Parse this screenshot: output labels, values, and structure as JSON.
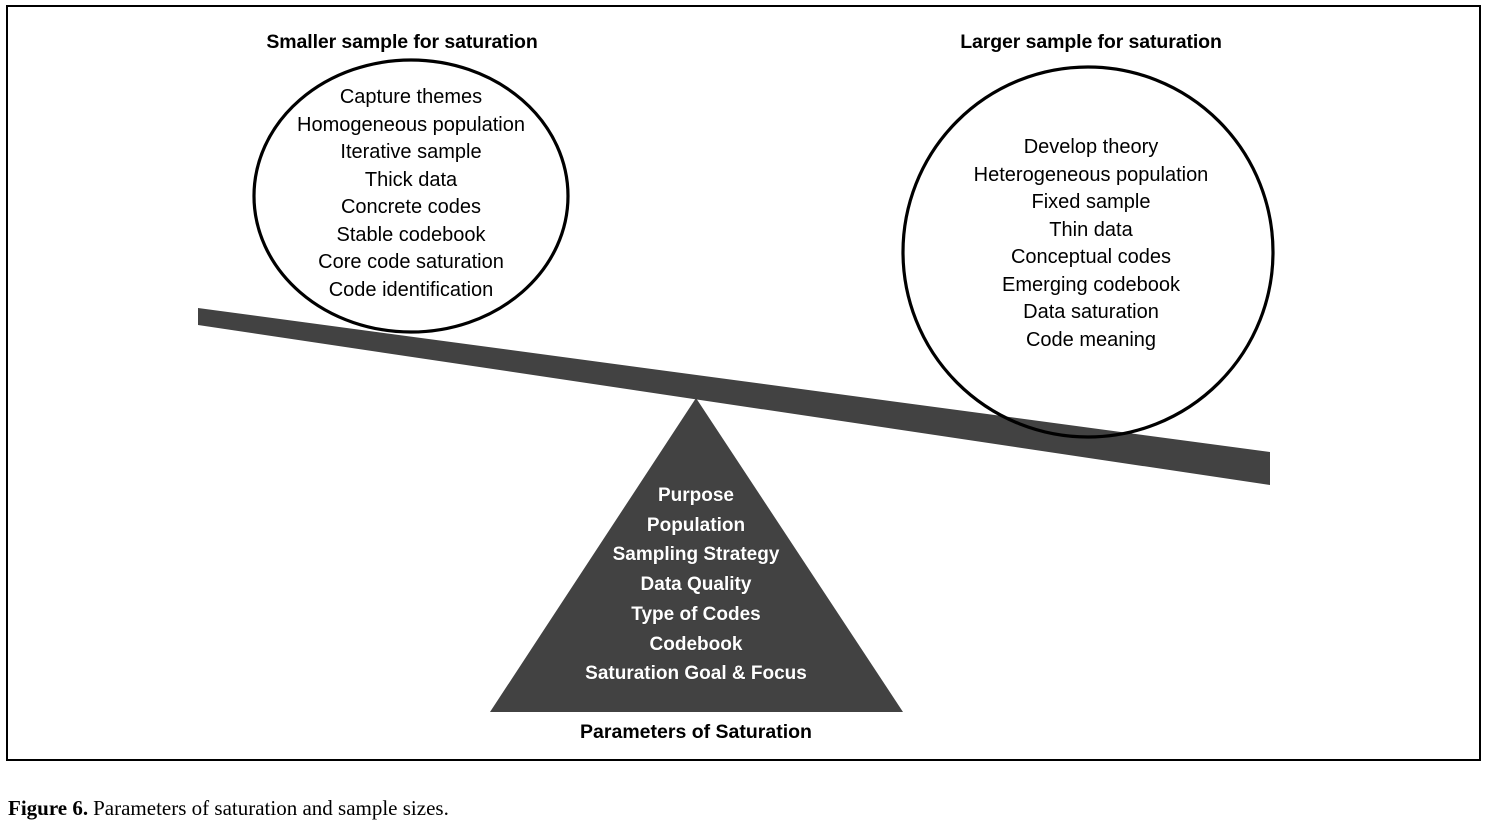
{
  "figure": {
    "caption_number": "Figure 6.",
    "caption_text": "Parameters of saturation and sample sizes.",
    "colors": {
      "beam_and_fulcrum": "#424242",
      "outline": "#000000",
      "background": "#ffffff",
      "fulcrum_text": "#ffffff"
    }
  },
  "left_balloon": {
    "heading": "Smaller sample for saturation",
    "items": [
      "Capture themes",
      "Homogeneous population",
      "Iterative sample",
      "Thick data",
      "Concrete codes",
      "Stable codebook",
      "Core code saturation",
      "Code identification"
    ]
  },
  "right_balloon": {
    "heading": "Larger sample for saturation",
    "items": [
      "Develop theory",
      "Heterogeneous population",
      "Fixed sample",
      "Thin data",
      "Conceptual codes",
      "Emerging codebook",
      "Data saturation",
      "Code meaning"
    ]
  },
  "fulcrum": {
    "label": "Parameters of Saturation",
    "items": [
      "Purpose",
      "Population",
      "Sampling Strategy",
      "Data Quality",
      "Type of Codes",
      "Codebook",
      "Saturation Goal & Focus"
    ]
  }
}
